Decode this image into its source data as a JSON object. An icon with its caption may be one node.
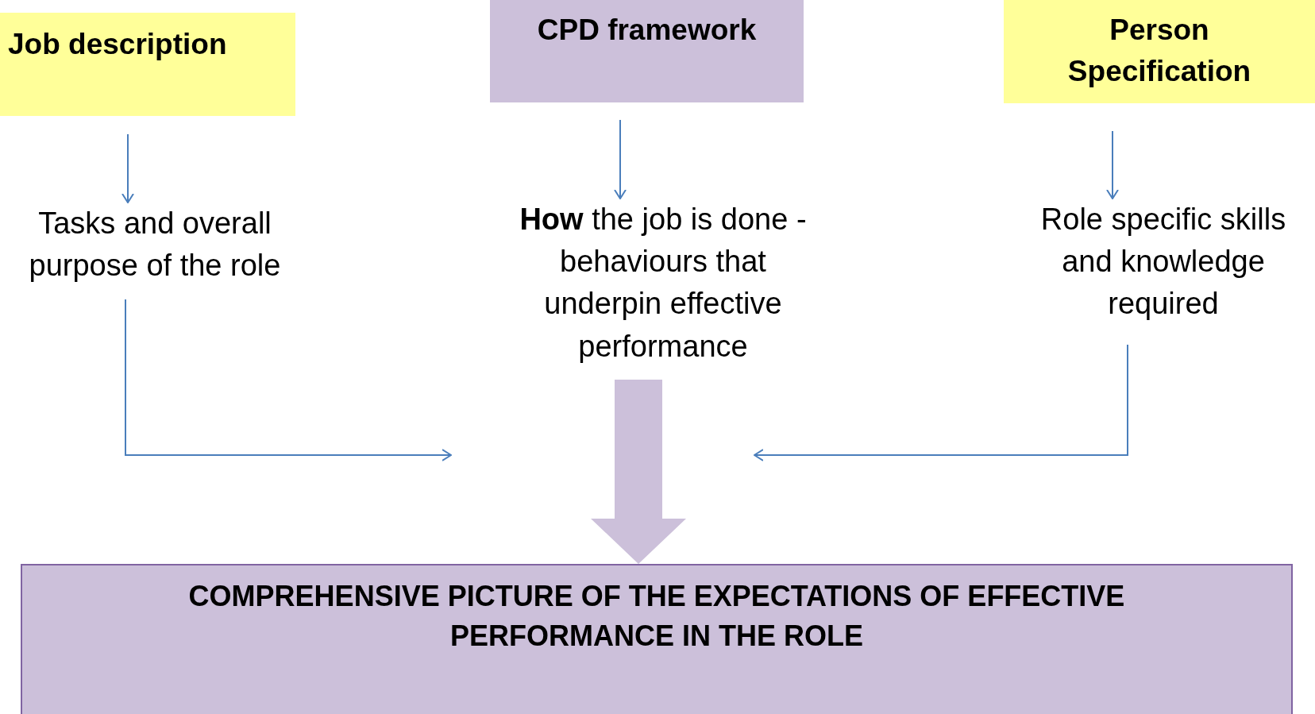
{
  "diagram": {
    "nodes": [
      {
        "text": [
          "Job  description"
        ]
      },
      {
        "text": [
          "CPD framework"
        ]
      },
      {
        "text": [
          "Person Specification"
        ]
      },
      {
        "text": [
          "Tasks and overall purpose of the role"
        ]
      },
      {
        "text": [
          "**How** the job is done - behaviours that underpin effective performance"
        ]
      },
      {
        "text": [
          "Role specific skills and knowledge required"
        ]
      },
      {
        "text": [
          "COMPREHENSIVE PICTURE OF THE EXPECTATIONS OF EFFECTIVE PERFORMANCE IN THE ROLE"
        ]
      }
    ],
    "edges": [
      {
        "from": 0,
        "to": 3,
        "arrow": "to"
      },
      {
        "from": 1,
        "to": 4,
        "arrow": "to"
      },
      {
        "from": 2,
        "to": 5,
        "arrow": "to"
      },
      {
        "from": 3,
        "to": null,
        "arrow": "to"
      },
      {
        "from": 5,
        "to": null,
        "arrow": "to"
      },
      {
        "from": 4,
        "to": 6,
        "arrow": "to",
        "style": "thick",
        "color": "#ccc0da"
      }
    ]
  }
}
